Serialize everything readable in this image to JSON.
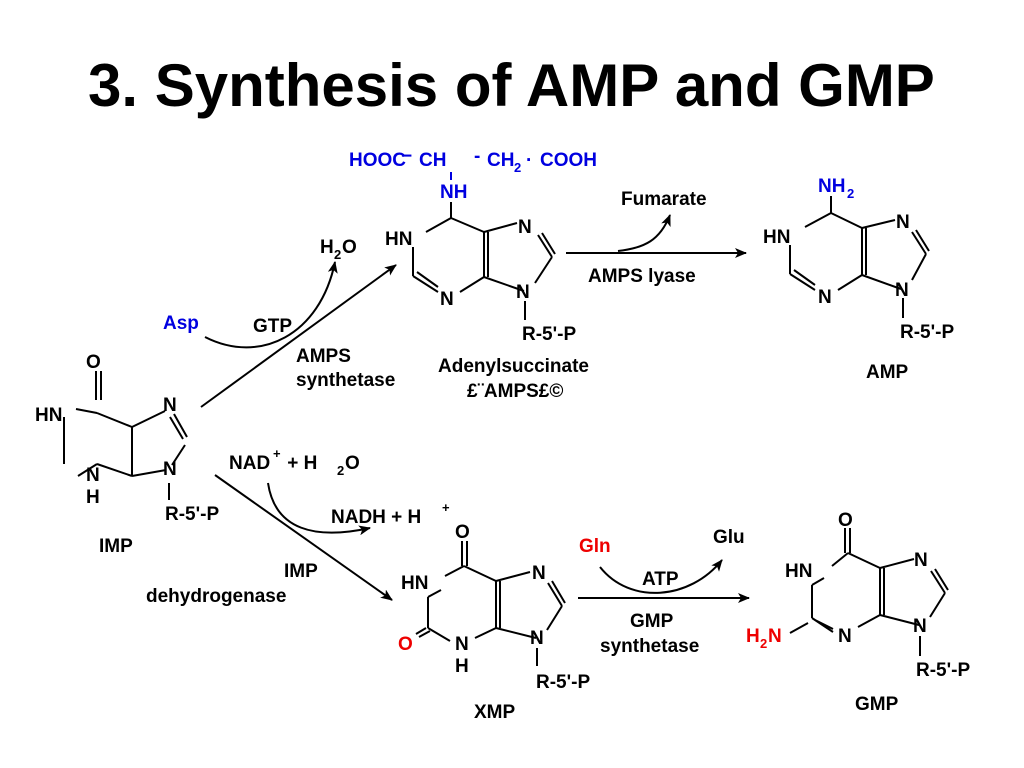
{
  "slide": {
    "title": "3. Synthesis of AMP and GMP"
  },
  "colors": {
    "text": "#000000",
    "aspartate_blue": "#0000e0",
    "highlight_red": "#ee0000"
  },
  "atoms": {
    "O": "O",
    "N": "N",
    "H": "H",
    "HN": "HN",
    "NH": "NH",
    "R": "R-5'-P",
    "NH2": {
      "base": "NH",
      "sub": "2"
    },
    "H2N": {
      "a": "H",
      "sub": "2",
      "b": "N"
    }
  },
  "molecules": {
    "imp": {
      "name": "IMP"
    },
    "adenylsuccinate": {
      "name": "Adenylsuccinate",
      "abbrev": "£¨AMPS£©",
      "side_chain": {
        "hooc": "HOOC",
        "dash1": "−",
        "ch": "CH",
        "dash2": "-",
        "ch2": "CH",
        "sub2": "2",
        "dot": "·",
        "cooh": "COOH"
      }
    },
    "amp": {
      "name": "AMP"
    },
    "xmp": {
      "name": "XMP"
    },
    "gmp": {
      "name": "GMP"
    }
  },
  "reactions": {
    "amps_synthetase": {
      "asp": "Asp",
      "gtp": "GTP",
      "h2o": {
        "a": "H",
        "sub": "2",
        "b": "O"
      },
      "enzyme_line1": "AMPS",
      "enzyme_line2": "synthetase"
    },
    "amps_lyase": {
      "fumarate": "Fumarate",
      "enzyme": "AMPS lyase"
    },
    "imp_dehydrogenase": {
      "nad": "NAD",
      "nad_sup": "+",
      "plus_h2o": " + H",
      "h2o_sub": "2",
      "h2o_o": "O",
      "nadh": "NADH + H",
      "nadh_sup": "+",
      "enzyme_line1": "IMP",
      "enzyme_line2": "dehydrogenase"
    },
    "gmp_synthetase": {
      "gln": "Gln",
      "glu": "Glu",
      "atp": "ATP",
      "enzyme_line1": "GMP",
      "enzyme_line2": "synthetase"
    }
  }
}
